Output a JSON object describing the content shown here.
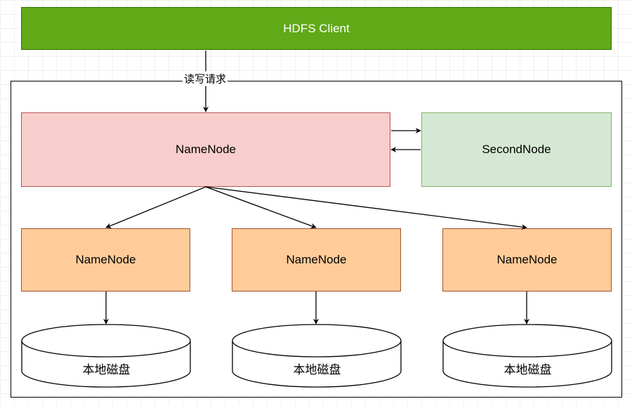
{
  "client": {
    "label": "HDFS Client"
  },
  "edges": {
    "request_label": "读写请求"
  },
  "namenode": {
    "label": "NameNode"
  },
  "secondnode": {
    "label": "SecondNode"
  },
  "datanodes": [
    {
      "label": "NameNode"
    },
    {
      "label": "NameNode"
    },
    {
      "label": "NameNode"
    }
  ],
  "disks": [
    {
      "label": "本地磁盘"
    },
    {
      "label": "本地磁盘"
    },
    {
      "label": "本地磁盘"
    }
  ],
  "colors": {
    "client_fill": "#60a917",
    "namenode_fill": "#f8cecc",
    "secondnode_fill": "#d5e8d4",
    "datanode_fill": "#ffcc99"
  }
}
